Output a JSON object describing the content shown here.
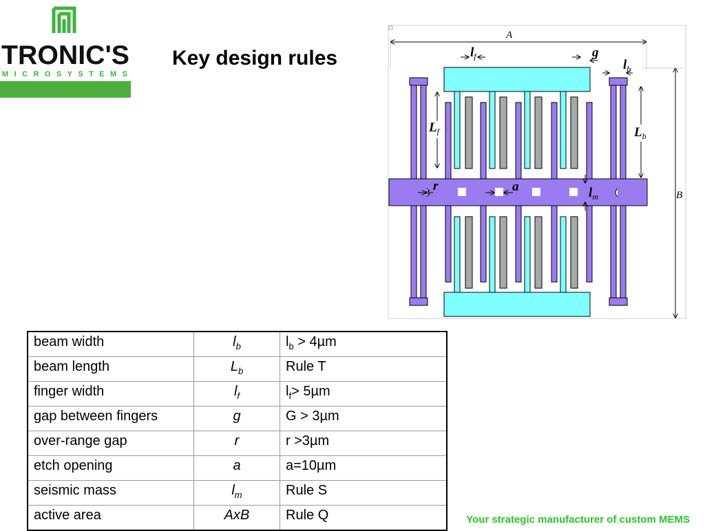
{
  "logo": {
    "brand": "TRONIC'S",
    "tagline": "MICROSYSTEMS"
  },
  "title": "Key design rules",
  "diagram": {
    "labels": {
      "A": "A",
      "B": "B",
      "g": "g",
      "r": "r",
      "a": "a",
      "lf_main": "l",
      "lf_sub": "f",
      "lb_main": "l",
      "lb_sub": "b",
      "Lf_main": "L",
      "Lf_sub": "f",
      "Lb_main": "L",
      "Lb_sub": "b",
      "lm_main": "l",
      "lm_sub": "m"
    },
    "colors": {
      "beam": "#9a7cf0",
      "finger": "#7fffff",
      "fixed_finger": "#a8a8a8",
      "outline": "#000000"
    }
  },
  "table": {
    "rows": [
      {
        "name": "beam width",
        "symbol": "l",
        "symbol_sub": "b",
        "rule": "l",
        "rule_sub": "b",
        "rule_rest": " > 4µm"
      },
      {
        "name": "beam length",
        "symbol": "L",
        "symbol_sub": "b",
        "rule": "Rule T",
        "rule_sub": "",
        "rule_rest": ""
      },
      {
        "name": "finger width",
        "symbol": "l",
        "symbol_sub": "f",
        "rule": "l",
        "rule_sub": "f",
        "rule_rest": "> 5µm"
      },
      {
        "name": "gap between fingers",
        "symbol": "g",
        "symbol_sub": "",
        "rule": "G > 3µm",
        "rule_sub": "",
        "rule_rest": ""
      },
      {
        "name": "over-range gap",
        "symbol": "r",
        "symbol_sub": "",
        "rule": "r >3µm",
        "rule_sub": "",
        "rule_rest": ""
      },
      {
        "name": "etch opening",
        "symbol": "a",
        "symbol_sub": "",
        "rule": "a=10µm",
        "rule_sub": "",
        "rule_rest": ""
      },
      {
        "name": "seismic mass",
        "symbol": "l",
        "symbol_sub": "m",
        "rule": "Rule S",
        "rule_sub": "",
        "rule_rest": ""
      },
      {
        "name": "active area",
        "symbol": "AxB",
        "symbol_sub": "",
        "rule": "Rule Q",
        "rule_sub": "",
        "rule_rest": ""
      }
    ]
  },
  "footer": "Your strategic manufacturer of custom MEMS"
}
